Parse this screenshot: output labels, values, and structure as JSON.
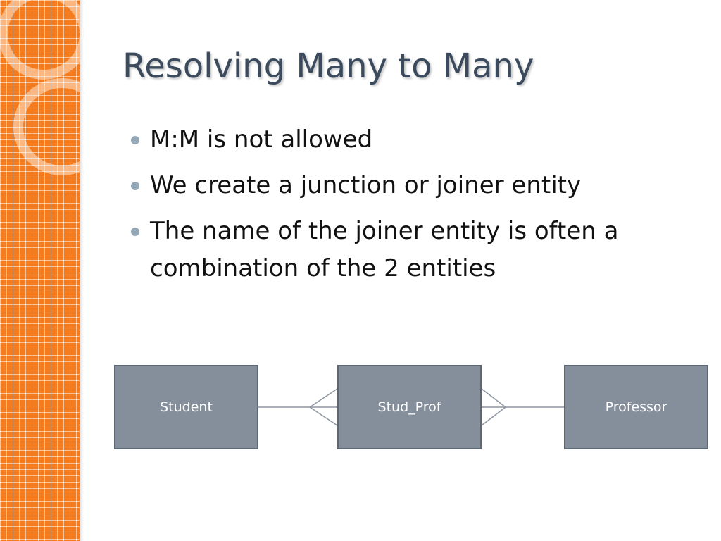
{
  "slide": {
    "title": "Resolving Many to Many",
    "bullets": [
      "M:M is not allowed",
      "We create a junction or joiner entity",
      "The name of the joiner entity is often a combination of the 2 entities"
    ]
  },
  "diagram": {
    "entities": [
      "Student",
      "Stud_Prof",
      "Professor"
    ],
    "relationships": [
      {
        "from": "Student",
        "to": "Stud_Prof",
        "notation": "crow's foot at Stud_Prof"
      },
      {
        "from": "Stud_Prof",
        "to": "Professor",
        "notation": "crow's foot at Stud_Prof"
      }
    ]
  },
  "colors": {
    "accent_band": "#f47c1e",
    "title": "#3b4a5c",
    "entity_fill": "#858f9c",
    "bullet_dot": "#93a7b6"
  }
}
